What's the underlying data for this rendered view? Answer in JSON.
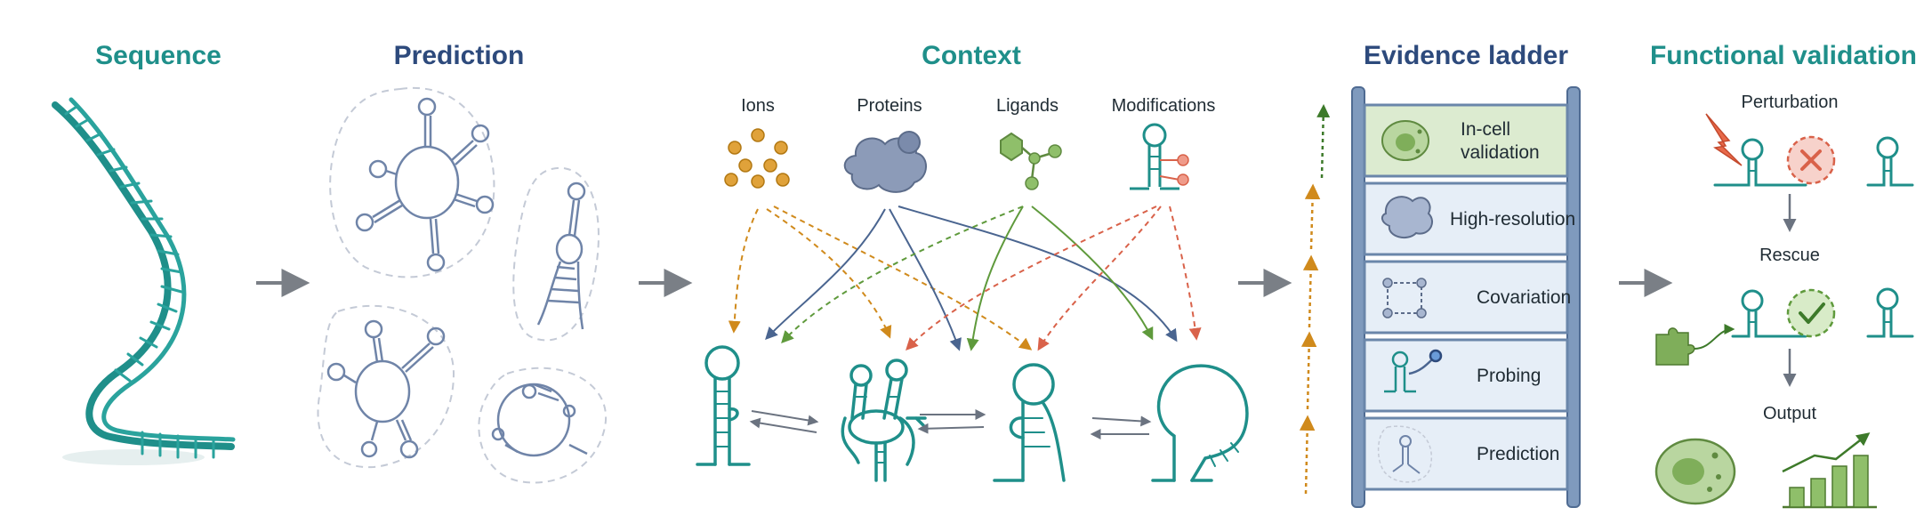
{
  "colors": {
    "teal": "#1f8f8a",
    "navy": "#2d4a7c",
    "sketch": "#6f84a8",
    "arrow_gray": "#7a7f86",
    "orange": "#d08a1c",
    "green": "#5f9a3c",
    "red": "#d9624a",
    "ladder_steel": "#6a86aa",
    "rung_top": "#dcebd0"
  },
  "stages": [
    {
      "title": "Sequence",
      "color": "#1f8f8a"
    },
    {
      "title": "Prediction",
      "color": "#2d4a7c"
    },
    {
      "title": "Context",
      "color": "#1f8f8a"
    },
    {
      "title": "Evidence ladder",
      "color": "#2d4a7c"
    },
    {
      "title": "Functional validation",
      "color": "#1f8f8a"
    }
  ],
  "context": {
    "factors": [
      "Ions",
      "Proteins",
      "Ligands",
      "Modifications"
    ]
  },
  "ladder": {
    "rungs": [
      "In-cell\nvalidation",
      "High-resolution",
      "Covariation",
      "Probing",
      "Prediction"
    ]
  },
  "functional": {
    "steps": [
      "Perturbation",
      "Rescue",
      "Output"
    ]
  },
  "icons": [
    "rna-helix-icon",
    "ion-icon",
    "protein-icon",
    "ligand-icon",
    "modification-icon",
    "cell-icon",
    "bar-chart-icon",
    "puzzle-icon",
    "lightning-icon",
    "check-icon",
    "cross-icon"
  ]
}
